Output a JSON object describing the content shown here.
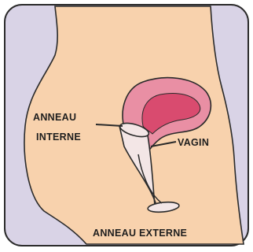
{
  "diagram": {
    "labels": {
      "inner_ring_line1": "ANNEAU",
      "inner_ring_line2": "INTERNE",
      "vagina": "VAGIN",
      "outer_ring": "ANNEAU EXTERNE"
    },
    "colors": {
      "background": "#d9d3e6",
      "body": "#f8d2ad",
      "uterus_outer": "#e98fa4",
      "uterus_inner": "#d94b6f",
      "condom": "#f3e6e6",
      "outline": "#2a2a2a"
    }
  }
}
